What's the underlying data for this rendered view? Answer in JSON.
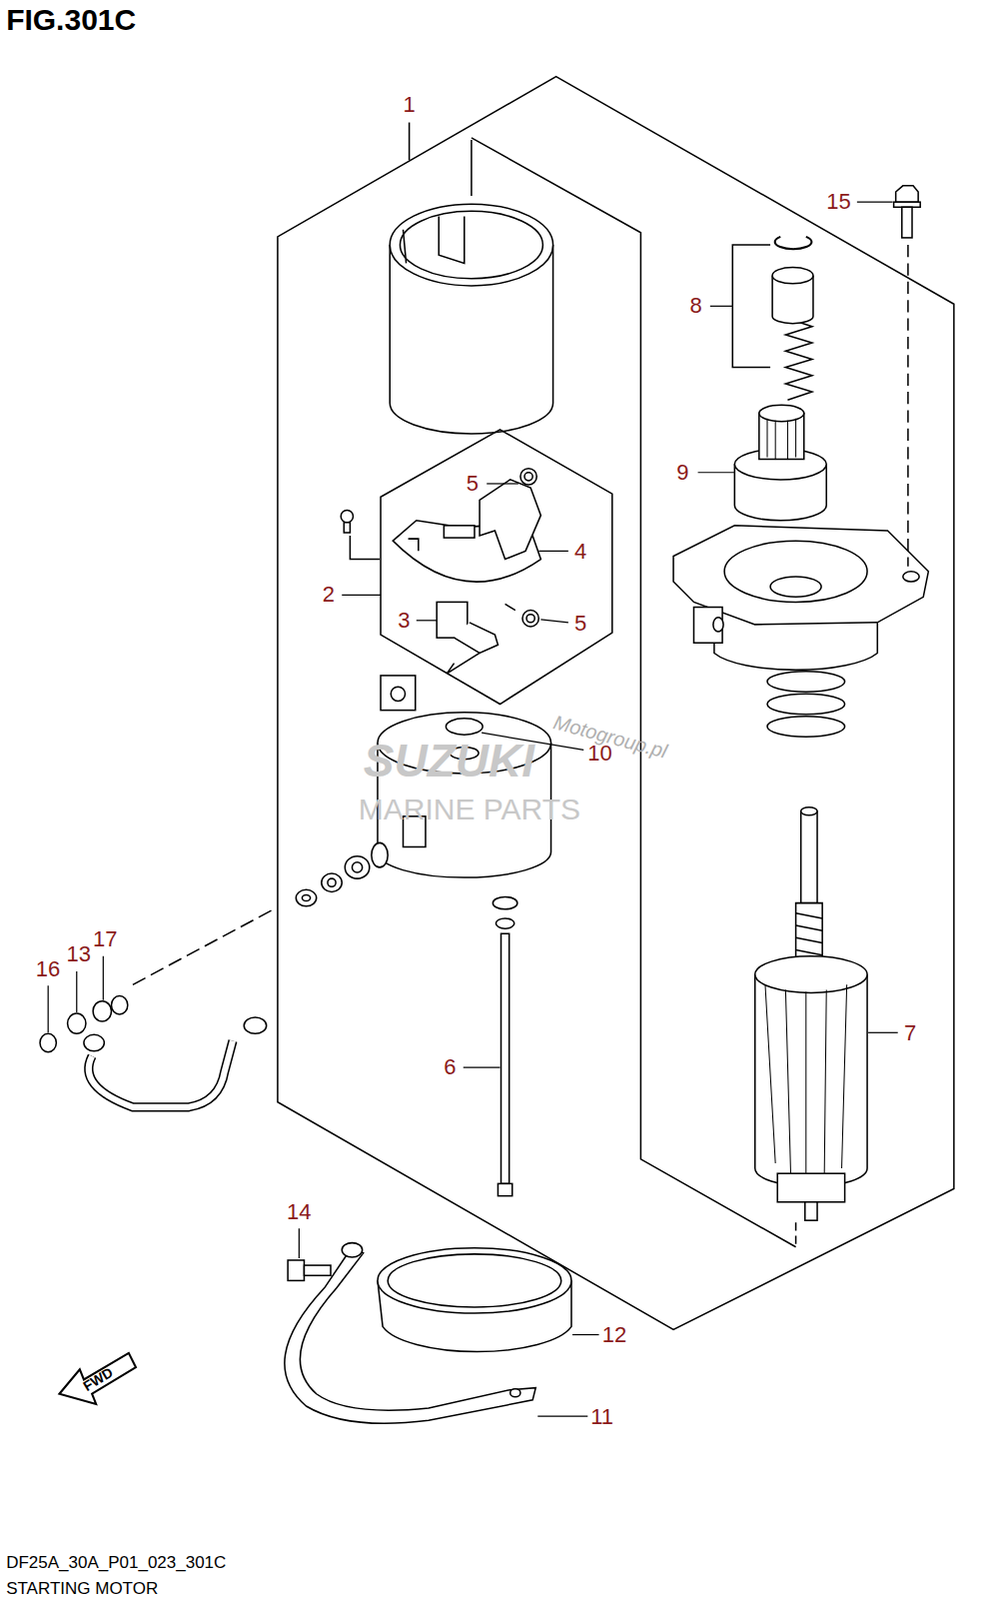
{
  "diagram": {
    "title": "FIG.301C",
    "caption": "STARTING MOTOR",
    "labels": [
      "1",
      "15",
      "8",
      "9",
      "5",
      "4",
      "2",
      "3",
      "5",
      "Motogroup.pl",
      "10",
      "SUZUKI",
      "MARINE PARTS",
      "16",
      "13",
      "17",
      "7",
      "6",
      "14",
      "12",
      "FWD",
      "11",
      "DF25A_30A_P01_023_301C"
    ]
  }
}
